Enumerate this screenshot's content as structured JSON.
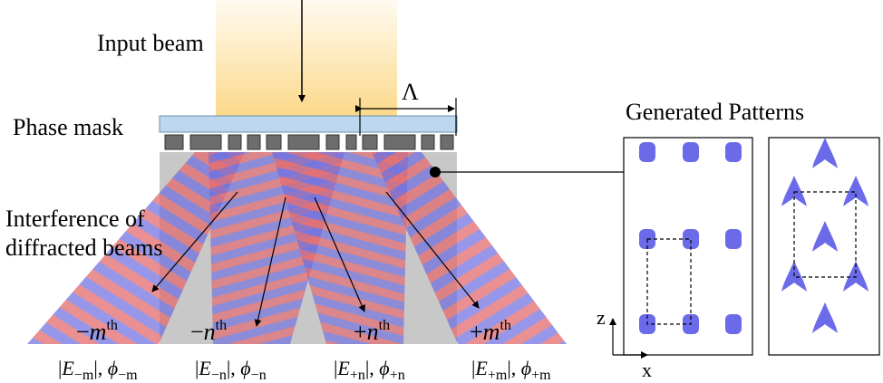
{
  "labels": {
    "input_beam": "Input beam",
    "phase_mask": "Phase mask",
    "interference_line1": "Interference of",
    "interference_line2": "diffracted beams",
    "period_symbol": "Λ",
    "generated_patterns": "Generated Patterns",
    "axis_z": "z",
    "axis_x": "x"
  },
  "orders": [
    {
      "sign": "−",
      "base": "m",
      "sup": "th"
    },
    {
      "sign": "−",
      "base": "n",
      "sup": "th"
    },
    {
      "sign": "+",
      "base": "n",
      "sup": "th"
    },
    {
      "sign": "+",
      "base": "m",
      "sup": "th"
    }
  ],
  "amplitudes": [
    {
      "E_sub": "−m",
      "phi_sub": "−m"
    },
    {
      "E_sub": "−n",
      "phi_sub": "−n"
    },
    {
      "E_sub": "+n",
      "phi_sub": "+n"
    },
    {
      "E_sub": "+m",
      "phi_sub": "+m"
    }
  ],
  "colors": {
    "beam_top": "#fffaf0",
    "beam_bottom": "#fbd98a",
    "mask": "#bcd7ee",
    "mask_teeth": "#6d6d6d",
    "block": "#c8c8c8",
    "wave_red": "#e36a6f",
    "wave_blue": "#6b6be0",
    "pattern_dot": "#6b6bea"
  }
}
